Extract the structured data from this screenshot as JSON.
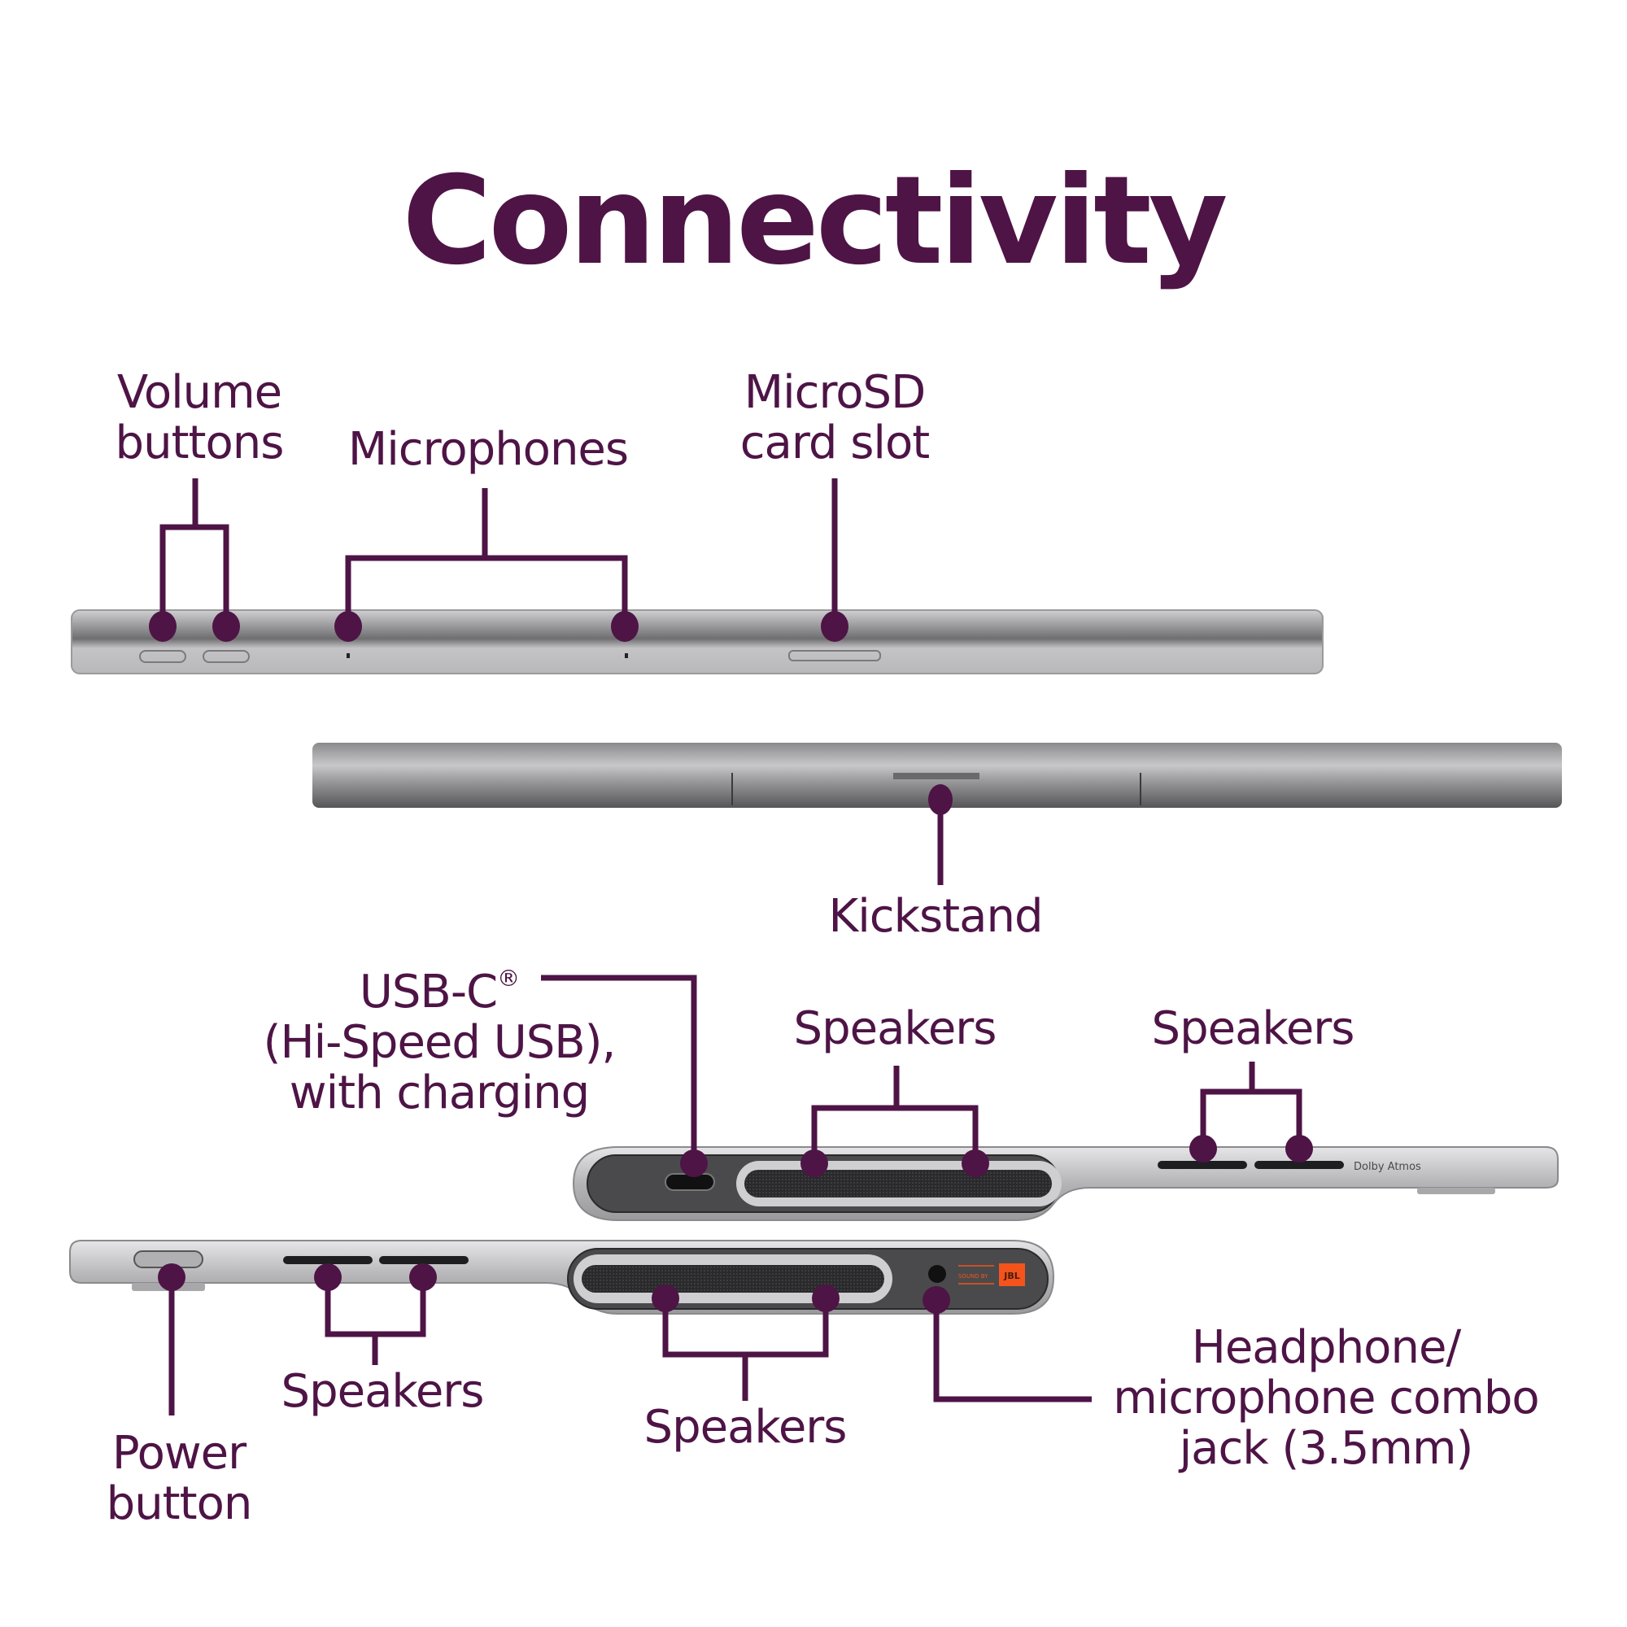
{
  "title": "Connectivity",
  "colors": {
    "accent": "#4e1446",
    "device_silver": "#b4b4b6",
    "device_dark": "#5a5a5c",
    "jbl_orange": "#f2541b"
  },
  "views": {
    "top_edge": {
      "callouts": [
        {
          "id": "volume",
          "lines": [
            "Volume",
            "buttons"
          ]
        },
        {
          "id": "microphones",
          "lines": [
            "Microphones"
          ]
        },
        {
          "id": "microsd",
          "lines": [
            "MicroSD",
            "card slot"
          ]
        }
      ]
    },
    "back_edge": {
      "callouts": [
        {
          "id": "kickstand",
          "lines": [
            "Kickstand"
          ]
        }
      ]
    },
    "right_edge": {
      "callouts": [
        {
          "id": "usbc",
          "lines": [
            "USB-C",
            "(Hi-Speed USB),",
            "with charging"
          ],
          "superscript": "®"
        },
        {
          "id": "speakers_center_upper",
          "lines": [
            "Speakers"
          ]
        },
        {
          "id": "speakers_right_upper",
          "lines": [
            "Speakers"
          ]
        }
      ],
      "badge_text": "Dolby Atmos"
    },
    "left_edge": {
      "callouts": [
        {
          "id": "power",
          "lines": [
            "Power",
            "button"
          ]
        },
        {
          "id": "speakers_left_lower",
          "lines": [
            "Speakers"
          ]
        },
        {
          "id": "speakers_center_lower",
          "lines": [
            "Speakers"
          ]
        },
        {
          "id": "headphone",
          "lines": [
            "Headphone/",
            "microphone combo",
            "jack (3.5mm)"
          ]
        }
      ],
      "badge_text": "SOUND BY",
      "brand_text": "JBL"
    }
  }
}
